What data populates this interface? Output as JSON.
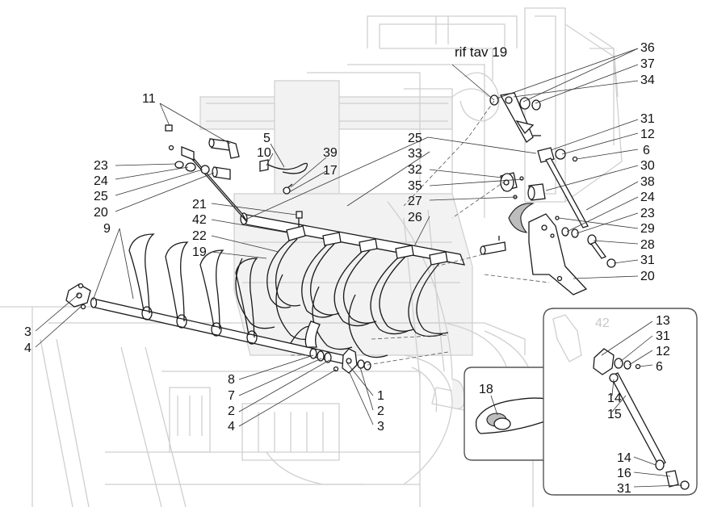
{
  "reference": "rif tav 19",
  "inset_ghost_label": "42",
  "callouts": {
    "n11": "11",
    "n5": "5",
    "n10": "10",
    "n39": "39",
    "n17": "17",
    "n23a": "23",
    "n24a": "24",
    "n25a": "25",
    "n20a": "20",
    "n9": "9",
    "n21": "21",
    "n42": "42",
    "n22": "22",
    "n19": "19",
    "n25b": "25",
    "n33": "33",
    "n32": "32",
    "n35": "35",
    "n27": "27",
    "n26": "26",
    "n36": "36",
    "n37": "37",
    "n34": "34",
    "n31a": "31",
    "n12a": "12",
    "n6a": "6",
    "n30": "30",
    "n38": "38",
    "n24b": "24",
    "n23b": "23",
    "n29": "29",
    "n28": "28",
    "n31b": "31",
    "n20b": "20",
    "n3a": "3",
    "n4a": "4",
    "n8": "8",
    "n7": "7",
    "n2a": "2",
    "n4b": "4",
    "n1": "1",
    "n2b": "2",
    "n3b": "3",
    "n18": "18",
    "n13": "13",
    "n31c": "31",
    "n12b": "12",
    "n6b": "6",
    "n14a": "14",
    "n15": "15",
    "n14b": "14",
    "n16": "16",
    "n31d": "31"
  }
}
